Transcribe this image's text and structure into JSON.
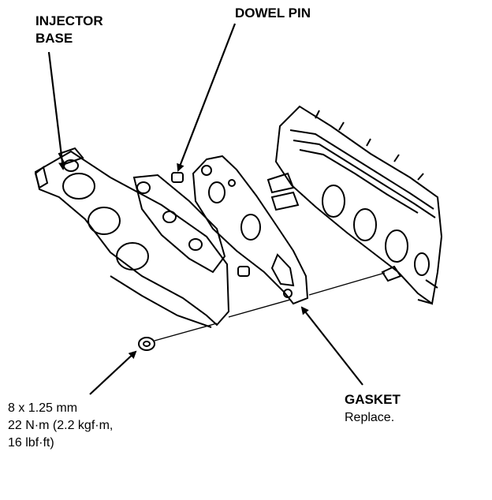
{
  "labels": {
    "injector_base_line1": "INJECTOR",
    "injector_base_line2": "BASE",
    "dowel_pin": "DOWEL PIN",
    "gasket": "GASKET",
    "gasket_note": "Replace.",
    "bolt_spec_line1": "8 x 1.25 mm",
    "bolt_spec_line2": "22 N·m (2.2 kgf·m,",
    "bolt_spec_line3": "16 lbf·ft)"
  },
  "colors": {
    "ink": "#000000",
    "paper": "#ffffff"
  }
}
